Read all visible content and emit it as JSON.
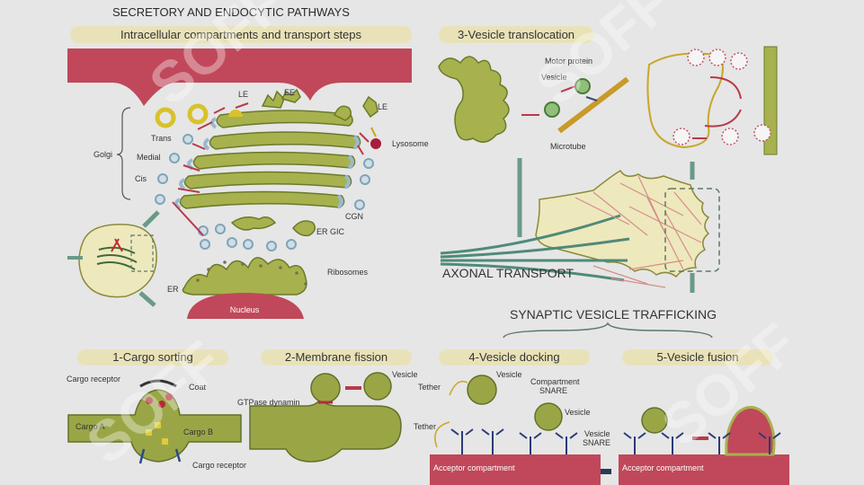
{
  "title": "SECRETORY AND ENDOCYTIC PATHWAYS",
  "panels": {
    "top_left": "Intracellular compartments and transport steps",
    "translocation": "3-Vesicle translocation",
    "cargo": "1-Cargo sorting",
    "fission": "2-Membrane fission",
    "docking": "4-Vesicle docking",
    "fusion": "5-Vesicle fusion"
  },
  "headings": {
    "axonal": "AXONAL TRANSPORT",
    "synaptic": "SYNAPTIC VESICLE TRAFFICKING"
  },
  "labels": {
    "le1": "LE",
    "ee": "EE",
    "le2": "LE",
    "trans": "Trans",
    "medial": "Medial",
    "cis": "Cis",
    "golgi": "Golgi",
    "lysosome": "Lysosome",
    "cgn": "CGN",
    "er_gic": "ER GIC",
    "ribosomes": "Ribosomes",
    "er": "ER",
    "nucleus": "Nucleus",
    "motor_protein": "Motor protein",
    "vesicle_top": "Vesicle",
    "microtube": "Microtube",
    "cargo_receptor_top": "Cargo receptor",
    "coat": "Coat",
    "cargo_a": "Cargo A",
    "cargo_b": "Cargo B",
    "cargo_receptor_bottom": "Cargo receptor",
    "gtpase": "GTPase dynamin",
    "vesicle_fission": "Vesicle",
    "tether1": "Tether",
    "tether2": "Tether",
    "vesicle_dock1": "Vesicle",
    "compartment_snare": "Compartment\nSNARE",
    "vesicle_dock2": "Vesicle",
    "vesicle_snare": "Vesicle\nSNARE",
    "acceptor1": "Acceptor compartment",
    "acceptor2": "Acceptor compartment"
  },
  "watermark": "SOFF"
}
